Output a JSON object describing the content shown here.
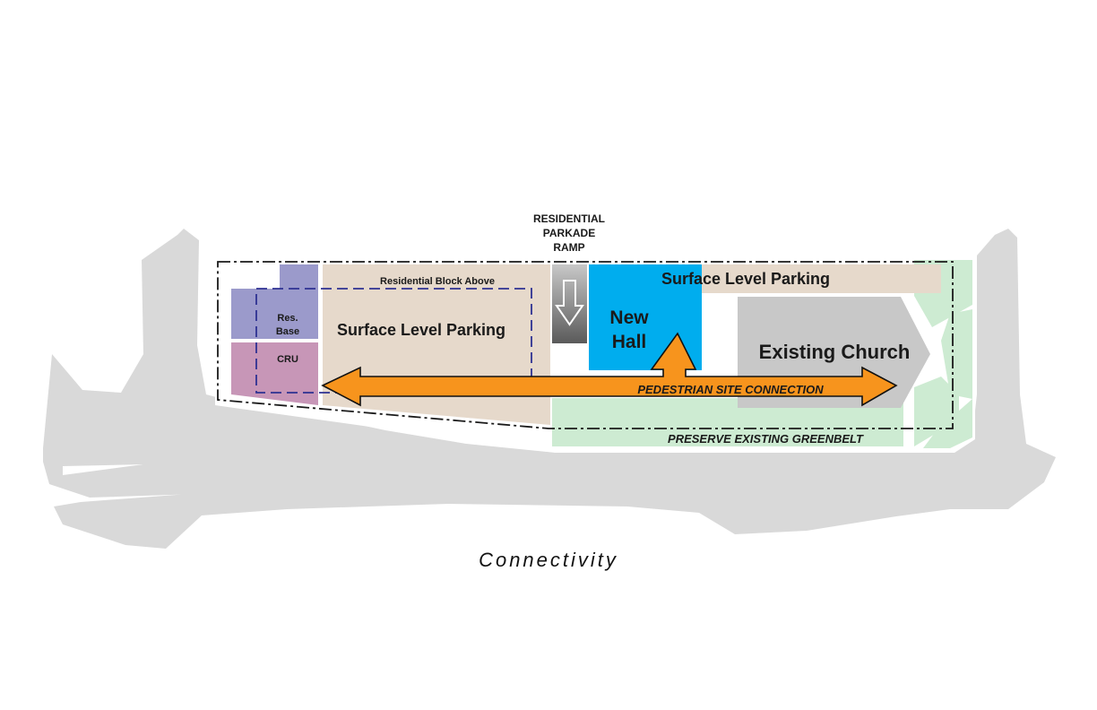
{
  "caption": "Connectivity",
  "labels": {
    "ramp": [
      "RESIDENTIAL",
      "PARKADE",
      "RAMP"
    ],
    "residential_block": "Residential Block Above",
    "surface_parking_left": "Surface Level Parking",
    "surface_parking_top": "Surface Level Parking",
    "res_base": [
      "Res.",
      "Base"
    ],
    "cru": "CRU",
    "new_hall": [
      "New",
      "Hall"
    ],
    "existing_church": "Existing Church",
    "pedestrian": "PEDESTRIAN SITE CONNECTION",
    "greenbelt": "PRESERVE EXISTING GREENBELT"
  },
  "colors": {
    "surroundings": "#d9d9d9",
    "parking": "#e6d9cb",
    "res_base": "#9b9acb",
    "cru": "#c796b7",
    "new_hall": "#00adee",
    "church": "#c8c8c8",
    "greenbelt": "#cdebd2",
    "arrow": "#f7941d",
    "residential_outline": "#2e3192",
    "ramp": "#7a7a7a"
  },
  "icons": {
    "ramp_arrow": "down-arrow-icon",
    "connection_arrow": "double-headed-arrow-icon"
  }
}
